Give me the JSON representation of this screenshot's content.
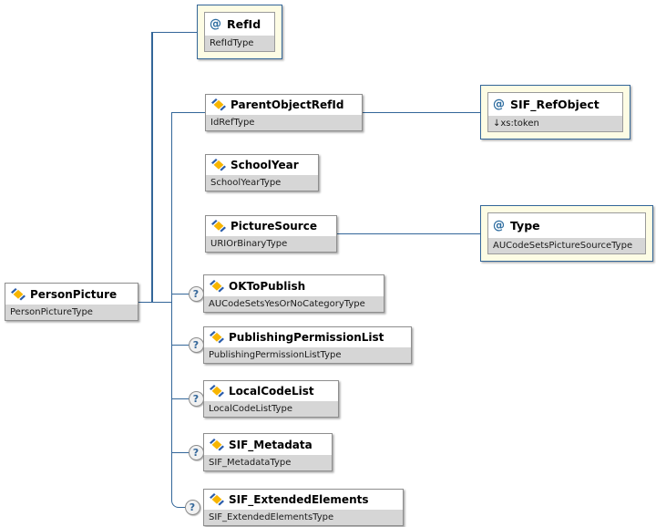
{
  "diagram": {
    "nodes": {
      "person_picture": {
        "name": "PersonPicture",
        "type": "PersonPictureType"
      },
      "ref_id": {
        "name": "RefId",
        "type": "RefIdType"
      },
      "parent_object_ref_id": {
        "name": "ParentObjectRefId",
        "type": "IdRefType"
      },
      "sif_ref_object": {
        "name": "SIF_RefObject",
        "type": "↓xs:token"
      },
      "school_year": {
        "name": "SchoolYear",
        "type": "SchoolYearType"
      },
      "picture_source": {
        "name": "PictureSource",
        "type": "URIOrBinaryType"
      },
      "type_attr": {
        "name": "Type",
        "type": "AUCodeSetsPictureSourceType"
      },
      "ok_to_publish": {
        "name": "OKToPublish",
        "type": "AUCodeSetsYesOrNoCategoryType"
      },
      "publishing_permission_list": {
        "name": "PublishingPermissionList",
        "type": "PublishingPermissionListType"
      },
      "local_code_list": {
        "name": "LocalCodeList",
        "type": "LocalCodeListType"
      },
      "sif_metadata": {
        "name": "SIF_Metadata",
        "type": "SIF_MetadataType"
      },
      "sif_extended_elements": {
        "name": "SIF_ExtendedElements",
        "type": "SIF_ExtendedElementsType"
      }
    },
    "icons": {
      "attribute_glyph": "@",
      "optional_glyph": "?",
      "element_icon": "diamond-element-icon"
    },
    "colors": {
      "connector_blue": "#336699",
      "attr_border_blue": "#336699",
      "attr_bg_cream": "#fdfce4",
      "box_border_gray": "#8e8e8e",
      "type_bar_gray": "#d6d6d6",
      "icon_gold": "#f7b500",
      "icon_blue": "#2a5caa",
      "optional_badge_fill": "#f1f1f1"
    }
  }
}
